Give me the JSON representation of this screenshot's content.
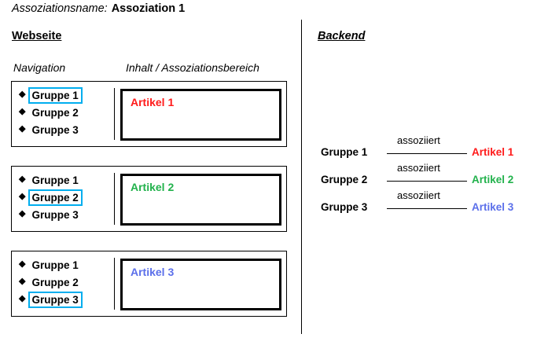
{
  "header": {
    "assoc_name_label": "Assoziationsname:",
    "assoc_name_value": "Assoziation 1"
  },
  "webseite": {
    "heading": "Webseite",
    "captions": {
      "navigation": "Navigation",
      "inhalt": "Inhalt / Assoziationsbereich"
    },
    "panels": [
      {
        "nav_items": [
          "Gruppe 1",
          "Gruppe 2",
          "Gruppe 3"
        ],
        "selected_index": 0,
        "article_label": "Artikel 1",
        "article_color": "#ff1a1a"
      },
      {
        "nav_items": [
          "Gruppe 1",
          "Gruppe 2",
          "Gruppe 3"
        ],
        "selected_index": 1,
        "article_label": "Artikel 2",
        "article_color": "#22b24c"
      },
      {
        "nav_items": [
          "Gruppe 1",
          "Gruppe 2",
          "Gruppe 3"
        ],
        "selected_index": 2,
        "article_label": "Artikel 3",
        "article_color": "#5b6fea"
      }
    ],
    "bullet_glyph": "◆",
    "highlight_color": "#00aeef"
  },
  "backend": {
    "heading": "Backend",
    "rows": [
      {
        "group": "Gruppe 1",
        "relation": "assoziiert",
        "article": "Artikel 1",
        "article_color": "#ff1a1a"
      },
      {
        "group": "Gruppe 2",
        "relation": "assoziiert",
        "article": "Artikel 2",
        "article_color": "#22b24c"
      },
      {
        "group": "Gruppe 3",
        "relation": "assoziiert",
        "article": "Artikel 3",
        "article_color": "#5b6fea"
      }
    ]
  }
}
